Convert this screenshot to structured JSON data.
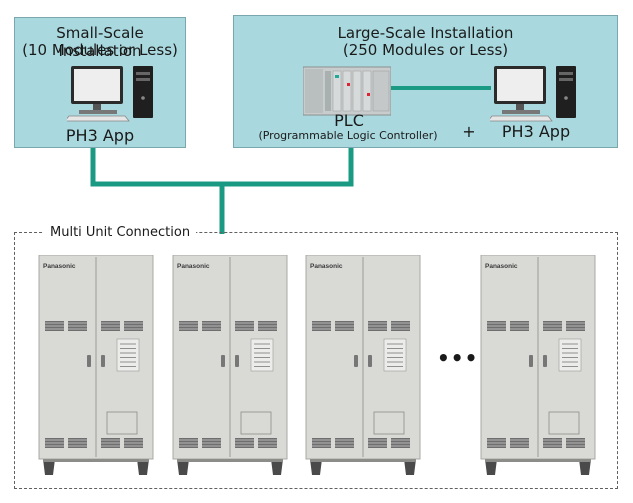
{
  "small_scale": {
    "title_line1": "Small-Scale Installation",
    "title_line2": "(10 Modules or Less)",
    "app_label": "PH3 App"
  },
  "large_scale": {
    "title_line1": "Large-Scale Installation",
    "title_line2": "(250 Modules or Less)",
    "plc_label": "PLC",
    "plc_sub_label": "(Programmable Logic Controller)",
    "plus": "+",
    "app_label": "PH3 App"
  },
  "multi_unit": {
    "label": "Multi Unit Connection",
    "brand": "Panasonic",
    "ellipsis": "•••",
    "cabinet_count_shown": 4
  },
  "colors": {
    "panel_bg": "#a9d9de",
    "connector": "#1b9a83",
    "cabinet": "#d9d9d6"
  },
  "icons": [
    "computer-icon",
    "plc-icon",
    "cabinet-icon"
  ]
}
